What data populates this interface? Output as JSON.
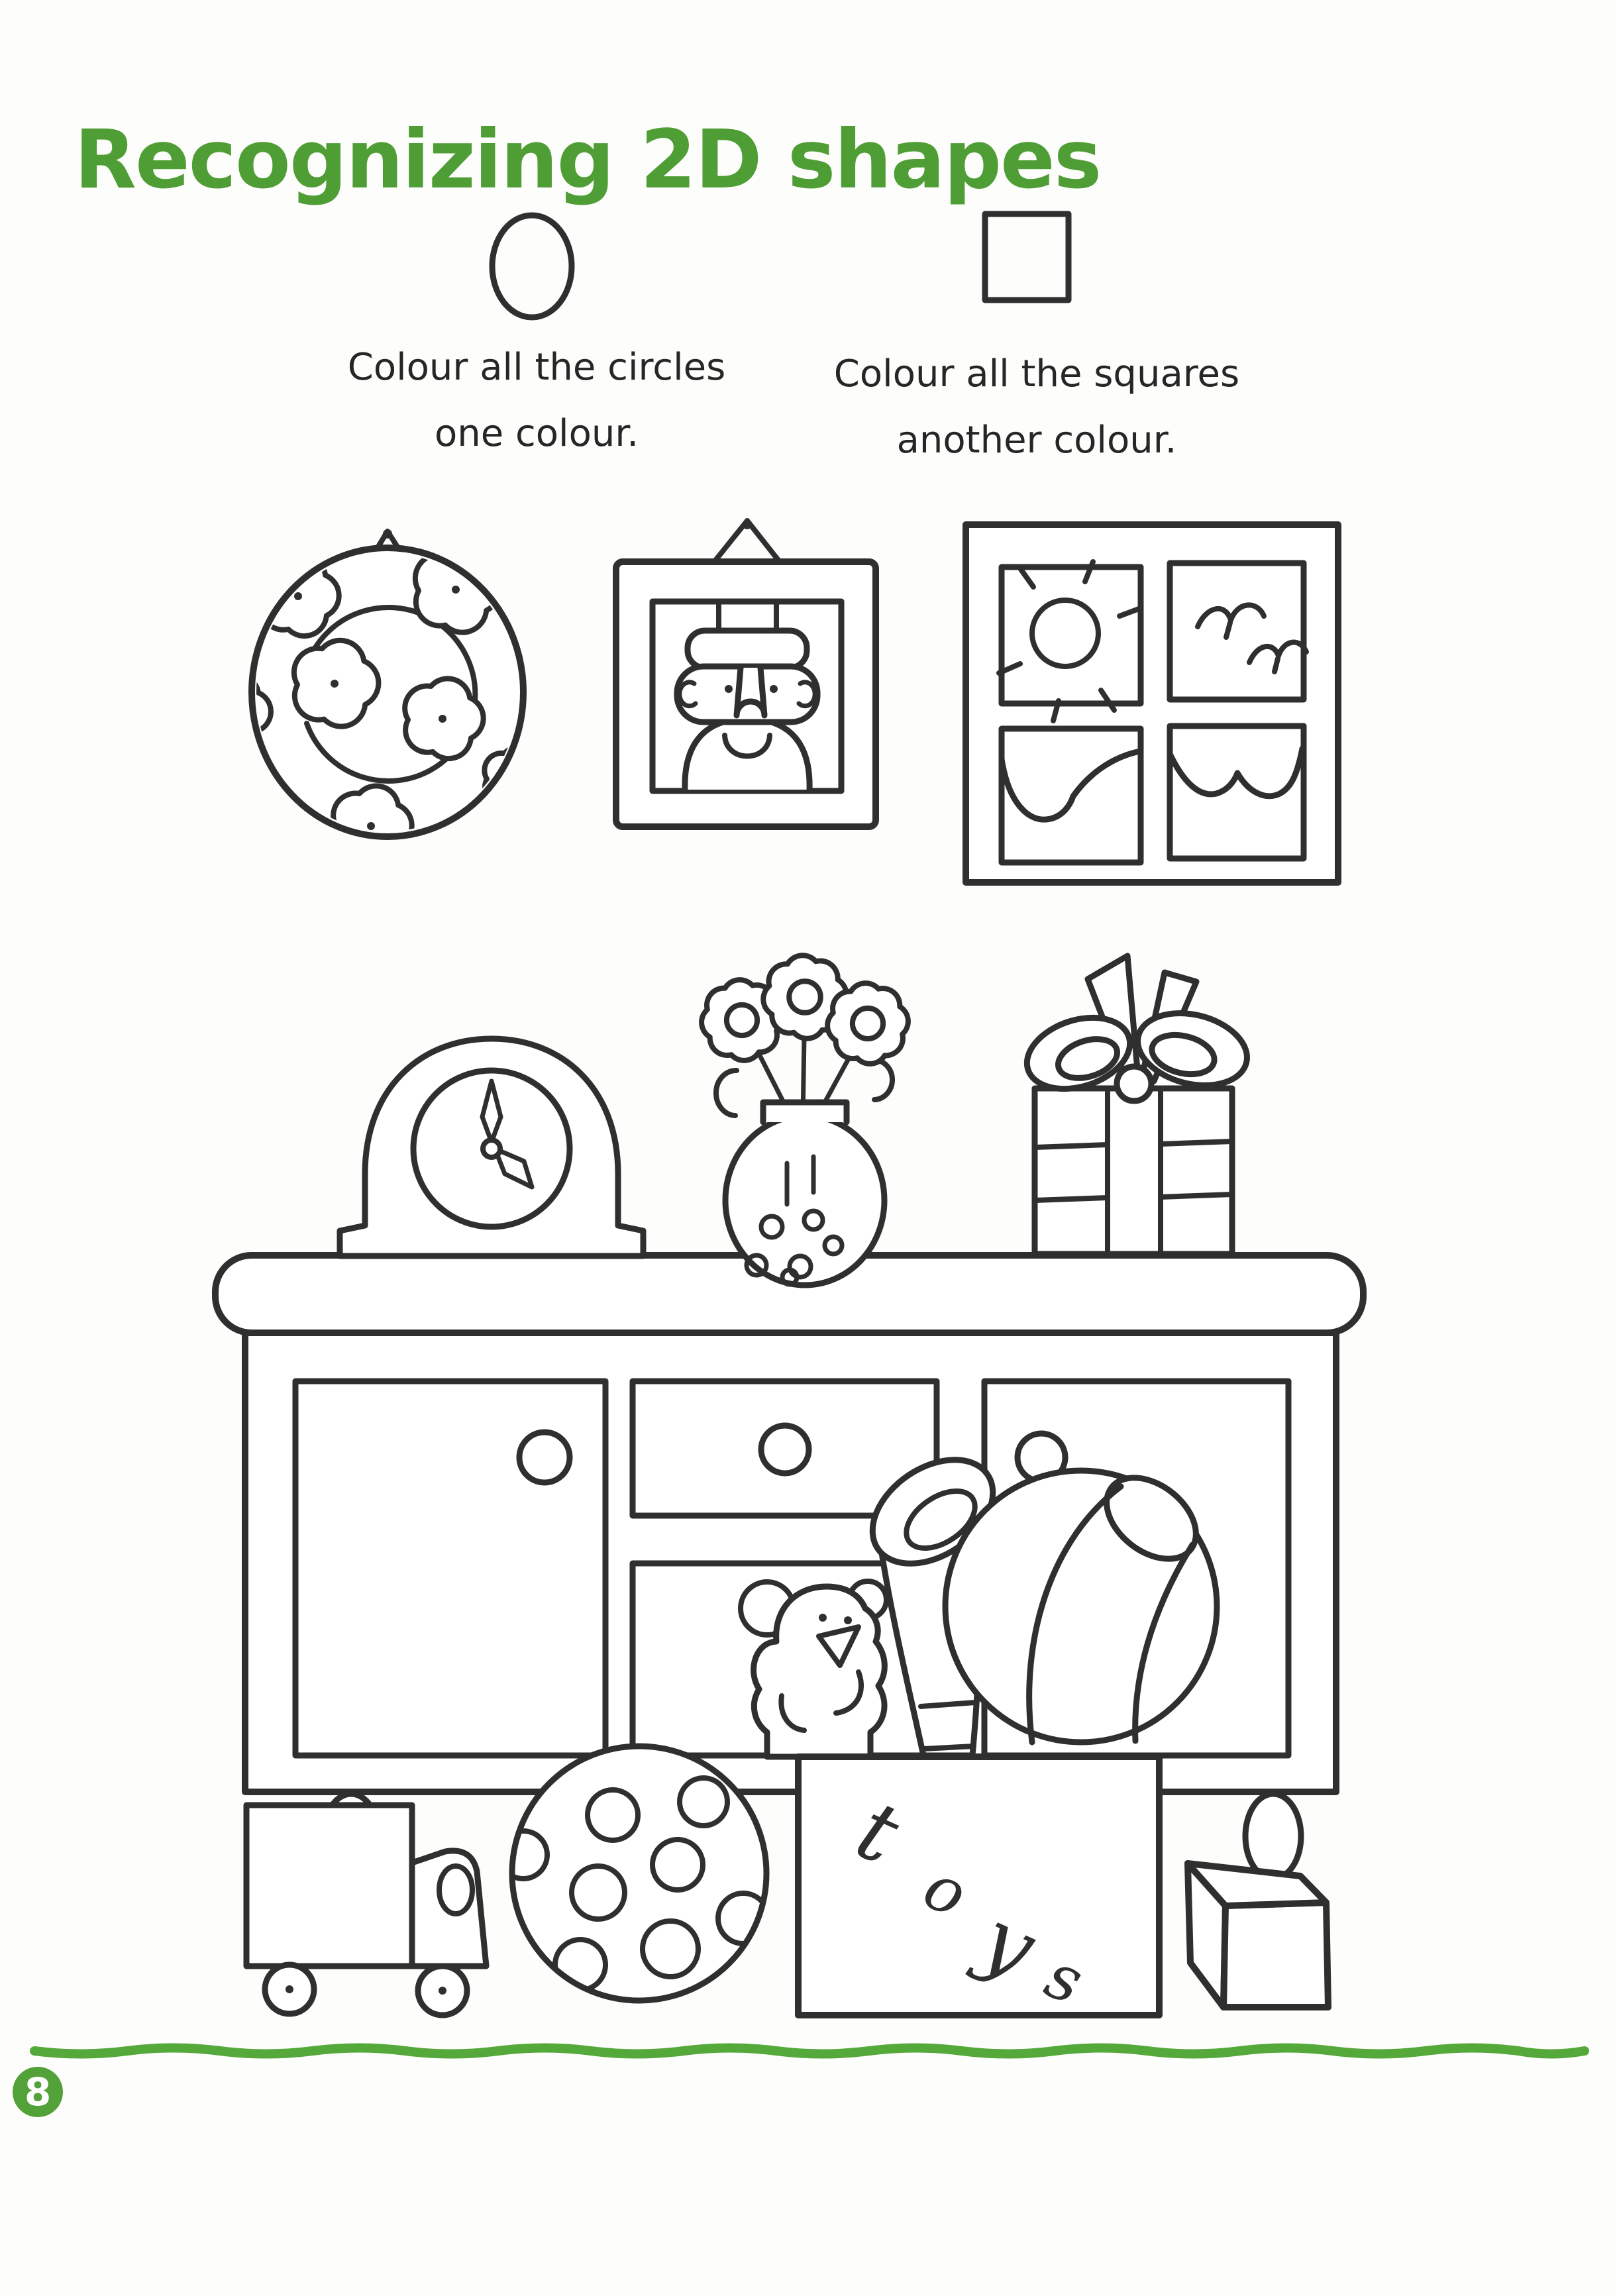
{
  "page": {
    "title": "Recognizing 2D shapes",
    "page_number": "8"
  },
  "colors": {
    "accent_green": "#4f9e35",
    "badge_green": "#53a139",
    "wave_green": "#55a83a",
    "ink": "#2f2f2f",
    "paper": "#fdfdfb"
  },
  "instructions": {
    "circles_line1": "Colour all the circles",
    "circles_line2": "one colour.",
    "squares_line1": "Colour all the squares",
    "squares_line2": "another colour."
  },
  "toy_box_label": {
    "word": "toys",
    "letters": [
      "t",
      "o",
      "y",
      "s"
    ]
  },
  "illustration": {
    "example_shapes": [
      "circle",
      "square"
    ],
    "items": [
      "hanging-plate",
      "framed-portrait",
      "window-with-sun-and-birds",
      "mantel-clock",
      "flower-vase",
      "gift-box",
      "sideboard-cabinet",
      "teddy-bear",
      "trumpet",
      "beach-ball",
      "toy-box",
      "toy-truck",
      "spotted-ball",
      "toy-cube",
      "green-wavy-divider"
    ]
  }
}
